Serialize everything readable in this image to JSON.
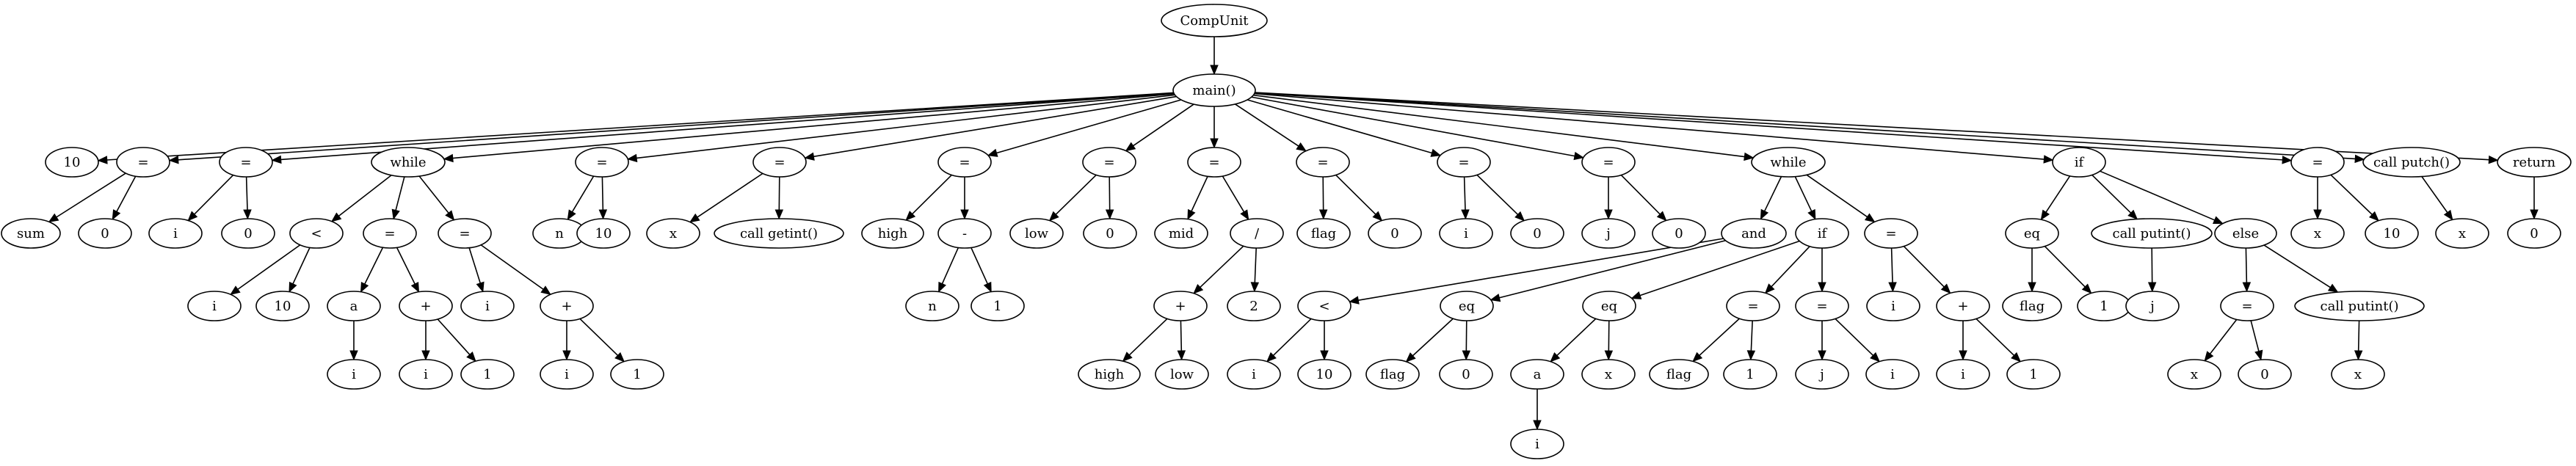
{
  "nodes": {
    "n0": "CompUnit",
    "n1": "main()",
    "n2": "10",
    "n3": "=",
    "n4": "sum",
    "n5": "0",
    "n6": "=",
    "n7": "i",
    "n8": "0",
    "n9": "while",
    "n10": "<",
    "n11": "i",
    "n12": "10",
    "n13": "=",
    "n14": "a",
    "n15": "i",
    "n16": "+",
    "n17": "i",
    "n18": "1",
    "n19": "=",
    "n20": "i",
    "n21": "+",
    "n22": "i",
    "n23": "1",
    "n24": "=",
    "n25": "n",
    "n26": "10",
    "n27": "=",
    "n28": "x",
    "n29": "call getint()",
    "n30": "=",
    "n31": "high",
    "n32": "-",
    "n33": "n",
    "n34": "1",
    "n35": "=",
    "n36": "low",
    "n37": "0",
    "n38": "=",
    "n39": "mid",
    "n40": "/",
    "n41": "+",
    "n42": "high",
    "n43": "low",
    "n44": "2",
    "n45": "=",
    "n46": "flag",
    "n47": "0",
    "n48": "=",
    "n49": "i",
    "n50": "0",
    "n51": "=",
    "n52": "j",
    "n53": "0",
    "n54": "while",
    "n55": "and",
    "n56": "<",
    "n57": "i",
    "n58": "10",
    "n59": "eq",
    "n60": "flag",
    "n61": "0",
    "n62": "if",
    "n63": "eq",
    "n64": "a",
    "n65": "i",
    "n66": "x",
    "n67": "=",
    "n68": "flag",
    "n69": "1",
    "n70": "=",
    "n71": "j",
    "n72": "i",
    "n73": "=",
    "n74": "i",
    "n75": "+",
    "n76": "i",
    "n77": "1",
    "n78": "if",
    "n79": "eq",
    "n80": "flag",
    "n81": "1",
    "n82": "call putint()",
    "n83": "j",
    "n84": "else",
    "n85": "=",
    "n86": "x",
    "n87": "0",
    "n88": "call putint()",
    "n89": "x",
    "n90": "=",
    "n91": "x",
    "n92": "10",
    "n93": "call putch()",
    "n94": "x",
    "n95": "return",
    "n96": "0"
  },
  "edges": [
    [
      "n0",
      "n1"
    ],
    [
      "n1",
      "n2"
    ],
    [
      "n1",
      "n3"
    ],
    [
      "n1",
      "n6"
    ],
    [
      "n1",
      "n9"
    ],
    [
      "n1",
      "n24"
    ],
    [
      "n1",
      "n27"
    ],
    [
      "n1",
      "n30"
    ],
    [
      "n1",
      "n35"
    ],
    [
      "n1",
      "n38"
    ],
    [
      "n1",
      "n45"
    ],
    [
      "n1",
      "n48"
    ],
    [
      "n1",
      "n51"
    ],
    [
      "n1",
      "n54"
    ],
    [
      "n1",
      "n78"
    ],
    [
      "n1",
      "n90"
    ],
    [
      "n1",
      "n93"
    ],
    [
      "n1",
      "n95"
    ],
    [
      "n3",
      "n4"
    ],
    [
      "n3",
      "n5"
    ],
    [
      "n6",
      "n7"
    ],
    [
      "n6",
      "n8"
    ],
    [
      "n9",
      "n10"
    ],
    [
      "n9",
      "n13"
    ],
    [
      "n9",
      "n19"
    ],
    [
      "n10",
      "n11"
    ],
    [
      "n10",
      "n12"
    ],
    [
      "n13",
      "n14"
    ],
    [
      "n13",
      "n16"
    ],
    [
      "n14",
      "n15"
    ],
    [
      "n16",
      "n17"
    ],
    [
      "n16",
      "n18"
    ],
    [
      "n19",
      "n20"
    ],
    [
      "n19",
      "n21"
    ],
    [
      "n21",
      "n22"
    ],
    [
      "n21",
      "n23"
    ],
    [
      "n24",
      "n25"
    ],
    [
      "n24",
      "n26"
    ],
    [
      "n27",
      "n28"
    ],
    [
      "n27",
      "n29"
    ],
    [
      "n30",
      "n31"
    ],
    [
      "n30",
      "n32"
    ],
    [
      "n32",
      "n33"
    ],
    [
      "n32",
      "n34"
    ],
    [
      "n35",
      "n36"
    ],
    [
      "n35",
      "n37"
    ],
    [
      "n38",
      "n39"
    ],
    [
      "n38",
      "n40"
    ],
    [
      "n40",
      "n41"
    ],
    [
      "n40",
      "n44"
    ],
    [
      "n41",
      "n42"
    ],
    [
      "n41",
      "n43"
    ],
    [
      "n45",
      "n46"
    ],
    [
      "n45",
      "n47"
    ],
    [
      "n48",
      "n49"
    ],
    [
      "n48",
      "n50"
    ],
    [
      "n51",
      "n52"
    ],
    [
      "n51",
      "n53"
    ],
    [
      "n54",
      "n55"
    ],
    [
      "n54",
      "n62"
    ],
    [
      "n54",
      "n73"
    ],
    [
      "n55",
      "n56"
    ],
    [
      "n55",
      "n59"
    ],
    [
      "n56",
      "n57"
    ],
    [
      "n56",
      "n58"
    ],
    [
      "n59",
      "n60"
    ],
    [
      "n59",
      "n61"
    ],
    [
      "n62",
      "n63"
    ],
    [
      "n62",
      "n67"
    ],
    [
      "n62",
      "n70"
    ],
    [
      "n63",
      "n64"
    ],
    [
      "n63",
      "n66"
    ],
    [
      "n64",
      "n65"
    ],
    [
      "n67",
      "n68"
    ],
    [
      "n67",
      "n69"
    ],
    [
      "n70",
      "n71"
    ],
    [
      "n70",
      "n72"
    ],
    [
      "n73",
      "n74"
    ],
    [
      "n73",
      "n75"
    ],
    [
      "n75",
      "n76"
    ],
    [
      "n75",
      "n77"
    ],
    [
      "n78",
      "n79"
    ],
    [
      "n78",
      "n82"
    ],
    [
      "n78",
      "n84"
    ],
    [
      "n79",
      "n80"
    ],
    [
      "n79",
      "n81"
    ],
    [
      "n82",
      "n83"
    ],
    [
      "n84",
      "n85"
    ],
    [
      "n84",
      "n88"
    ],
    [
      "n85",
      "n86"
    ],
    [
      "n85",
      "n87"
    ],
    [
      "n88",
      "n89"
    ],
    [
      "n90",
      "n91"
    ],
    [
      "n90",
      "n92"
    ],
    [
      "n93",
      "n94"
    ],
    [
      "n95",
      "n96"
    ]
  ]
}
